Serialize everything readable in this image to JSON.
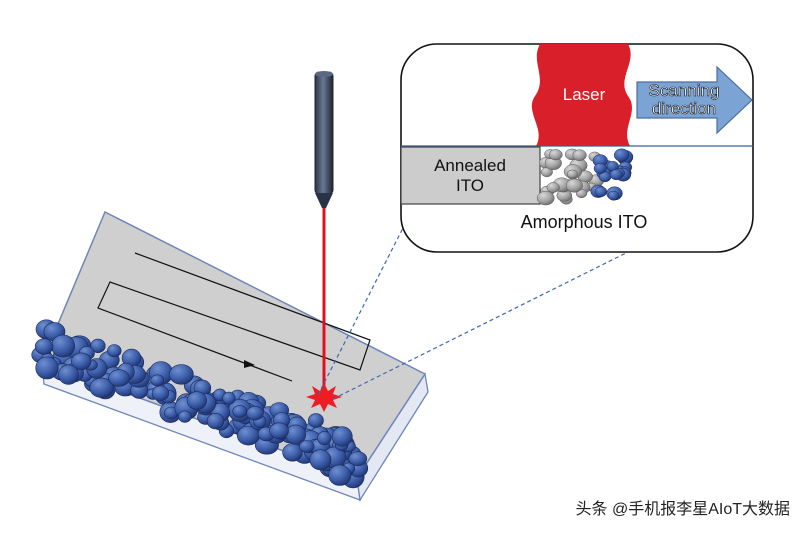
{
  "inset": {
    "laser_label": "Laser",
    "scanning_label_line1": "Scanning",
    "scanning_label_line2": "direction",
    "annealed_label_line1": "Annealed",
    "annealed_label_line2": "ITO",
    "amorphous_label": "Amorphous ITO"
  },
  "watermark": "头条 @手机报李星AIoT大数据",
  "colors": {
    "laser_red": "#d9202a",
    "substrate_gray": "#cfcfcf",
    "substrate_edge": "#6f86b8",
    "arrow_blue": "#7ba3d4",
    "particle_blue": "#3d5fa8",
    "particle_gray": "#9a9a9a"
  }
}
